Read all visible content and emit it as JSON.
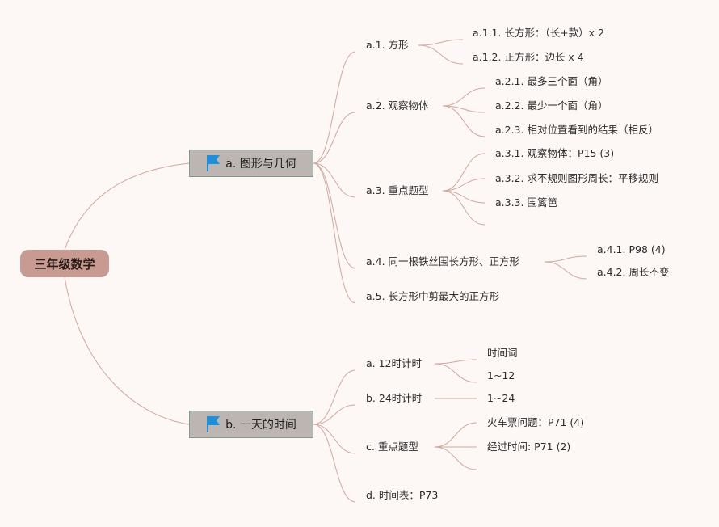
{
  "root": {
    "label": "三年级数学"
  },
  "branches": [
    {
      "label": "a. 图形与几何",
      "icon": "flag-icon",
      "children": [
        {
          "label": "a.1. 方形",
          "children": [
            "a.1.1. 长方形：（长+款）x 2",
            "a.1.2. 正方形：边长 x 4"
          ]
        },
        {
          "label": "a.2. 观察物体",
          "children": [
            "a.2.1. 最多三个面（角）",
            "a.2.2. 最少一个面（角）",
            "a.2.3. 相对位置看到的结果（相反）"
          ]
        },
        {
          "label": "a.3. 重点题型",
          "children": [
            "a.3.1. 观察物体：P15 (3)",
            "a.3.2. 求不规则图形周长：平移规则",
            "a.3.3. 围篱笆",
            ""
          ]
        },
        {
          "label": "a.4. 同一根铁丝围长方形、正方形",
          "children": [
            "a.4.1. P98 (4)",
            "a.4.2. 周长不变"
          ]
        },
        {
          "label": "a.5. 长方形中剪最大的正方形",
          "children": []
        }
      ]
    },
    {
      "label": "b. 一天的时间",
      "icon": "flag-icon",
      "children": [
        {
          "label": "a. 12时计时",
          "children": [
            "时间词",
            "1~12"
          ]
        },
        {
          "label": "b. 24时计时",
          "children": [
            "1~24"
          ]
        },
        {
          "label": "c. 重点题型",
          "children": [
            "火车票问题：P71 (4)",
            "经过时间: P71 (2)",
            ""
          ]
        },
        {
          "label": "d. 时间表：P73",
          "children": []
        }
      ]
    }
  ],
  "colors": {
    "line": "#cfa89f",
    "root_fill": "#c79a92",
    "branch_fill": "#bdb5b2",
    "flag": "#1e8fd8"
  }
}
